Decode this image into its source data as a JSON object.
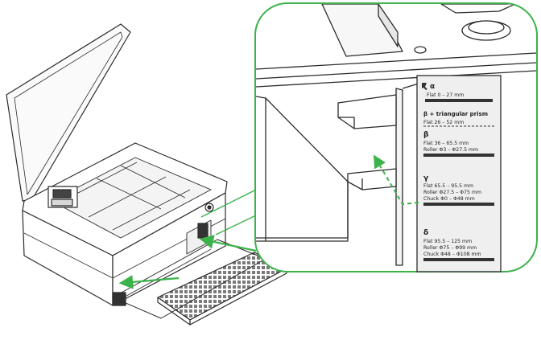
{
  "colors": {
    "accent": "#3bb24a",
    "line": "#2b2b2b",
    "panel": "#efefef",
    "label_bg": "#ffffff"
  },
  "height_labels": [
    {
      "symbol": "α",
      "lines": [
        "Flat 0 – 27 mm"
      ]
    },
    {
      "symbol": "β + triangular prism",
      "lines": [
        "Flat 26 – 52 mm"
      ]
    },
    {
      "symbol": "β",
      "lines": [
        "Flat 36 – 65.5 mm",
        "Roller Φ3 – Φ27.5 mm"
      ]
    },
    {
      "symbol": "γ",
      "lines": [
        "Flat 65.5 – 95.5 mm",
        "Roller Φ27.5 – Φ75 mm",
        "Chuck Φ0 – Φ48 mm"
      ]
    },
    {
      "symbol": "δ",
      "lines": [
        "Flat 95.5 – 125 mm",
        "Roller Φ75 – Φ99 mm",
        "Chuck Φ48 – Φ108 mm"
      ]
    }
  ]
}
